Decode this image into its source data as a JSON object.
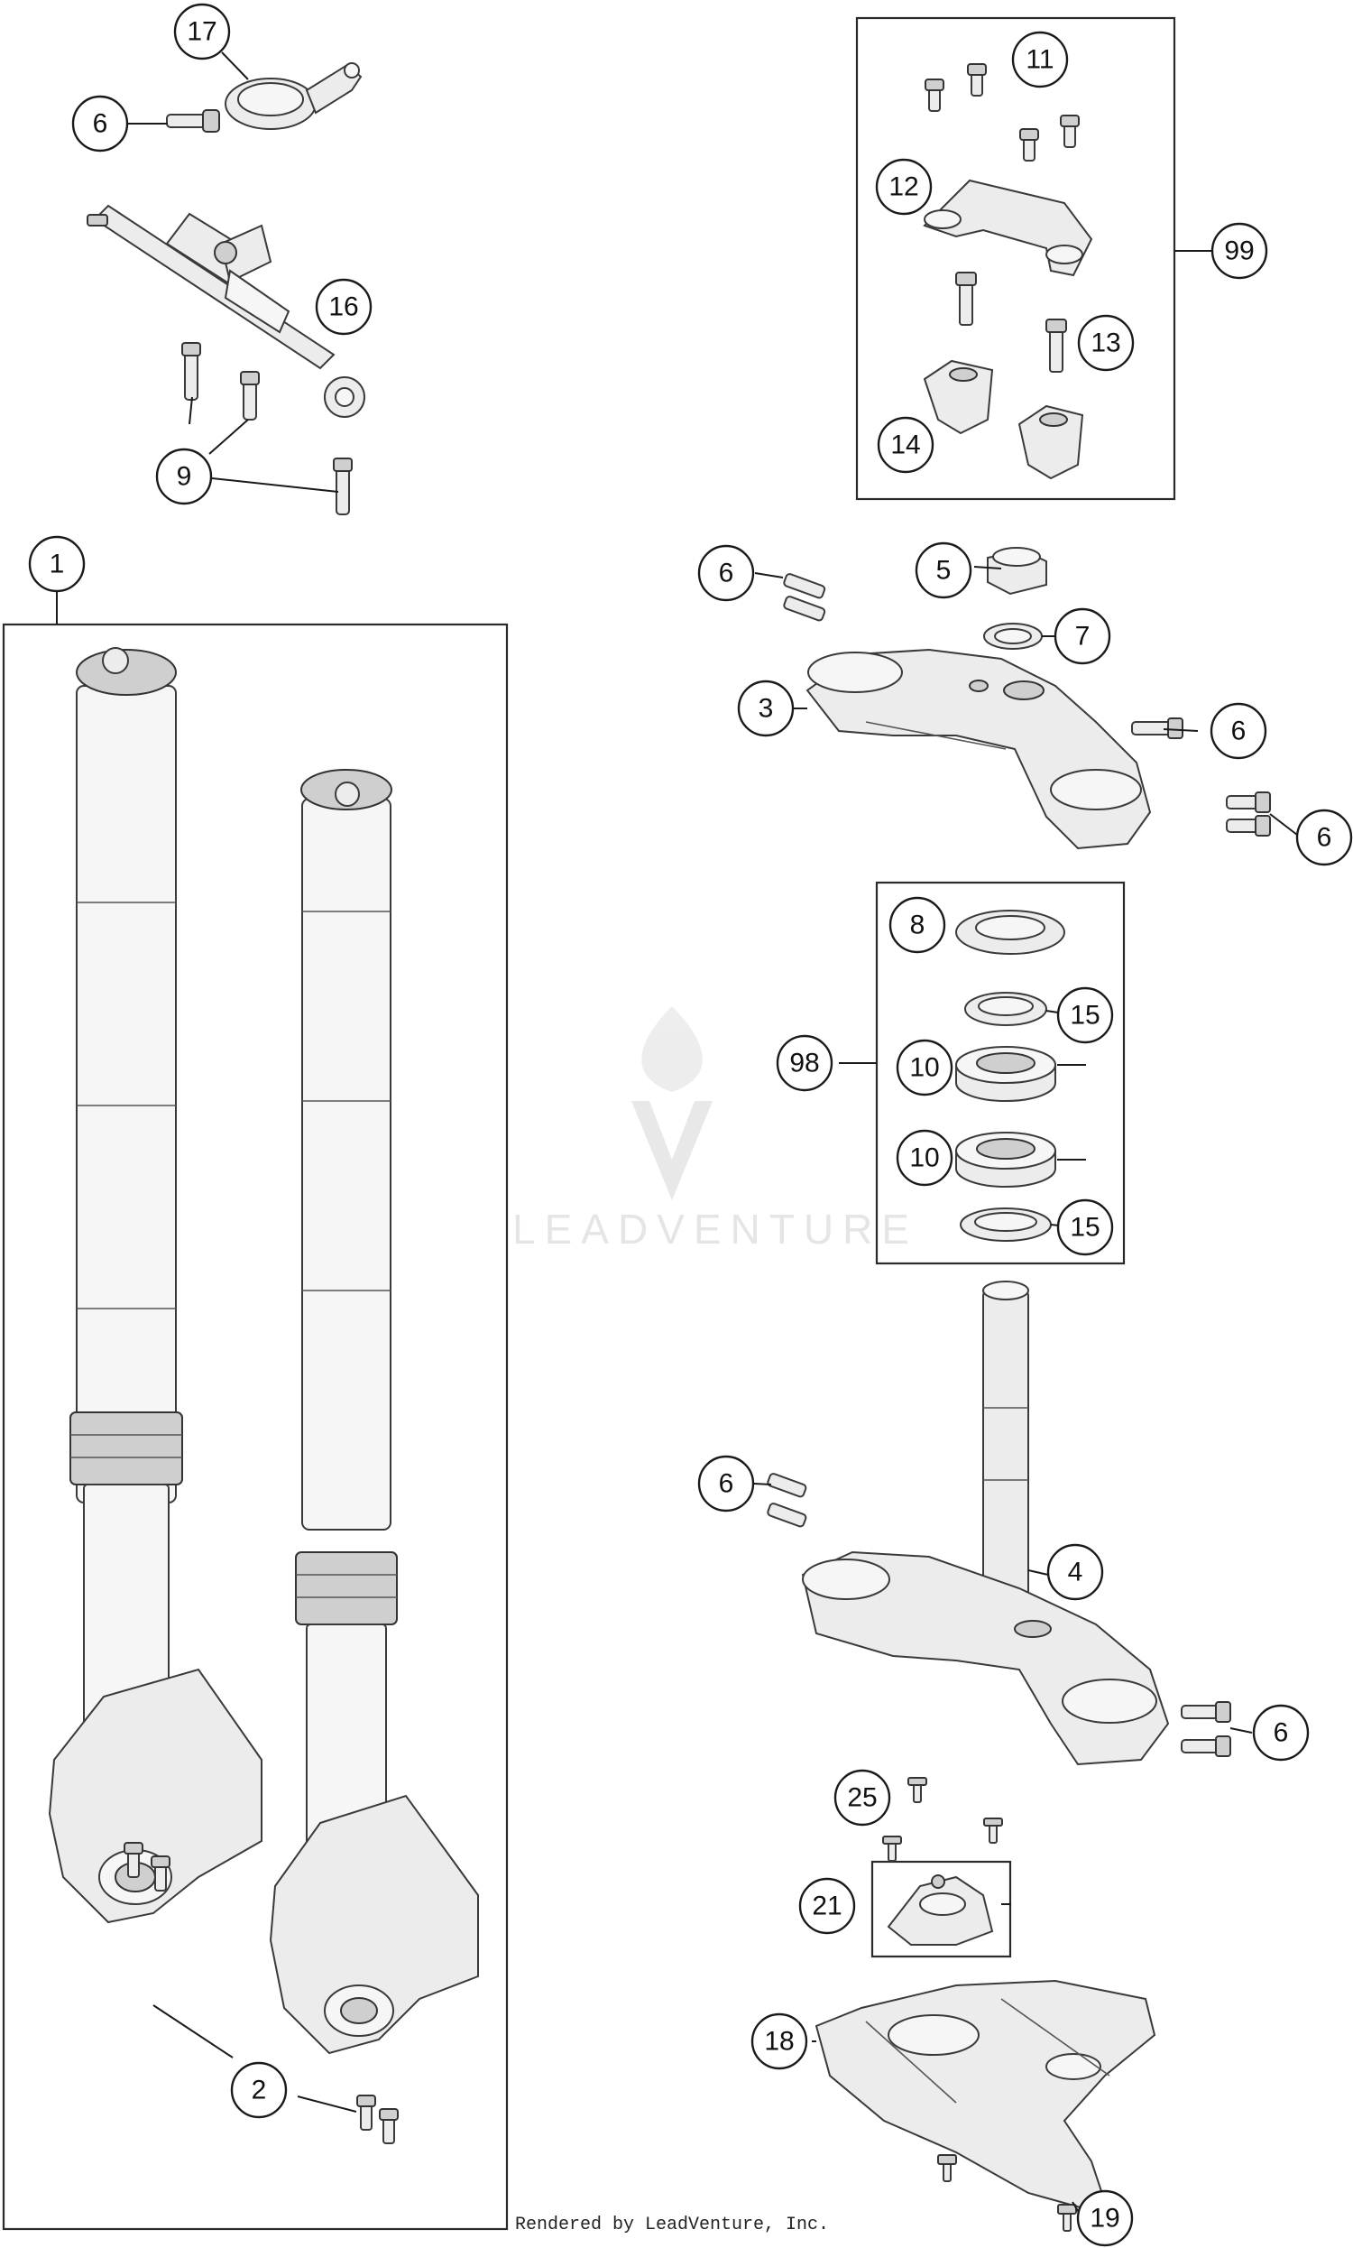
{
  "diagram": {
    "callouts": {
      "c17": "17",
      "c6a": "6",
      "c16": "16",
      "c9": "9",
      "c11": "11",
      "c12": "12",
      "c99": "99",
      "c13": "13",
      "c14": "14",
      "c1": "1",
      "c6b": "6",
      "c5": "5",
      "c7": "7",
      "c3": "3",
      "c6c": "6",
      "c6d": "6",
      "c8": "8",
      "c15a": "15",
      "c98": "98",
      "c10a": "10",
      "c10b": "10",
      "c15b": "15",
      "c6e": "6",
      "c4": "4",
      "c6f": "6",
      "c25": "25",
      "c21": "21",
      "c18": "18",
      "c2": "2",
      "c19": "19"
    },
    "watermark": "LEADVENTURE",
    "footer": "Rendered by LeadVenture, Inc."
  }
}
